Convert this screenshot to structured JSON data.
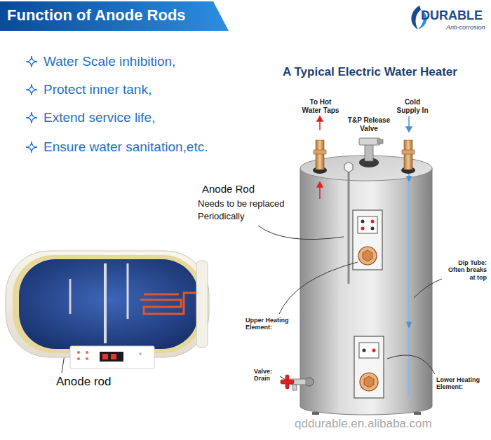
{
  "diagram": {
    "title": "Function of Anode Rods",
    "labels": [
      "DURABLE",
      "Anti-corrosion",
      "Water Scale inhibition,",
      "Protect inner tank,",
      "Extend service life,",
      "Ensure water sanitation,etc.",
      "A Typical Electric Water Heater",
      "To Hot Water Taps",
      "T&P Release Valve",
      "Cold Supply In",
      "Anode Rod",
      "Needs to be replaced Periodically",
      "Dip Tube: Often breaks at top",
      "Upper Heating Element:",
      "Valve: Drain",
      "Lower Heating Element:",
      "Anode rod",
      "qddurable.en.alibaba.com"
    ]
  }
}
